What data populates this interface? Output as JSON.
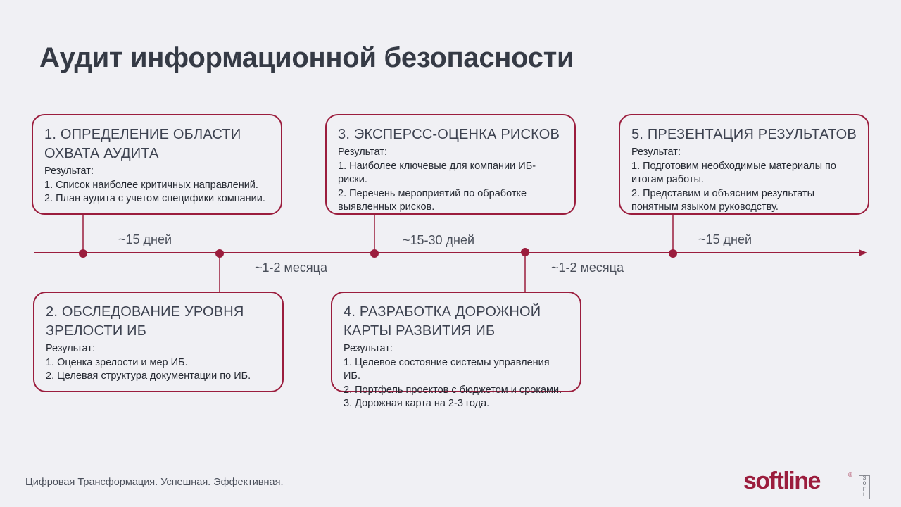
{
  "title": "Аудит информационной безопасности",
  "steps": [
    {
      "heading": "1. ОПРЕДЕЛЕНИЕ ОБЛАСТИ ОХВАТА АУДИТА",
      "result_label": "Результат:",
      "items": [
        "1. Список наиболее критичных направлений.",
        "2. План аудита с учетом специфики компании."
      ]
    },
    {
      "heading": "2. ОБСЛЕДОВАНИЕ УРОВНЯ ЗРЕЛОСТИ ИБ",
      "result_label": "Результат:",
      "items": [
        "1. Оценка зрелости и мер ИБ.",
        "2. Целевая структура документации по ИБ."
      ]
    },
    {
      "heading": "3. ЭКСПЕРСС-ОЦЕНКА РИСКОВ",
      "result_label": "Результат:",
      "items": [
        "1. Наиболее ключевые для компании ИБ-риски.",
        "2. Перечень мероприятий по обработке выявленных рисков."
      ]
    },
    {
      "heading": "4. РАЗРАБОТКА ДОРОЖНОЙ КАРТЫ РАЗВИТИЯ ИБ",
      "result_label": "Результат:",
      "items": [
        "1. Целевое состояние системы управления ИБ.",
        "2. Портфель проектов с бюджетом и сроками.",
        "3. Дорожная карта на 2-3 года."
      ]
    },
    {
      "heading": "5. ПРЕЗЕНТАЦИЯ РЕЗУЛЬТАТОВ",
      "result_label": "Результат:",
      "items": [
        "1. Подготовим необходимые материалы по итогам работы.",
        "2. Представим и объясним результаты понятным языком руководству."
      ]
    }
  ],
  "durations": [
    "~15 дней",
    "~1-2 месяца",
    "~15-30 дней",
    "~1-2 месяца",
    "~15 дней"
  ],
  "footer": "Цифровая Трансформация. Успешная. Эффективная.",
  "logo": {
    "text": "softline",
    "registered": "®",
    "side_letters": [
      "S",
      "O",
      "F",
      "L"
    ]
  },
  "colors": {
    "accent": "#9b1d3d",
    "background": "#f0f0f4",
    "text": "#353a45"
  }
}
